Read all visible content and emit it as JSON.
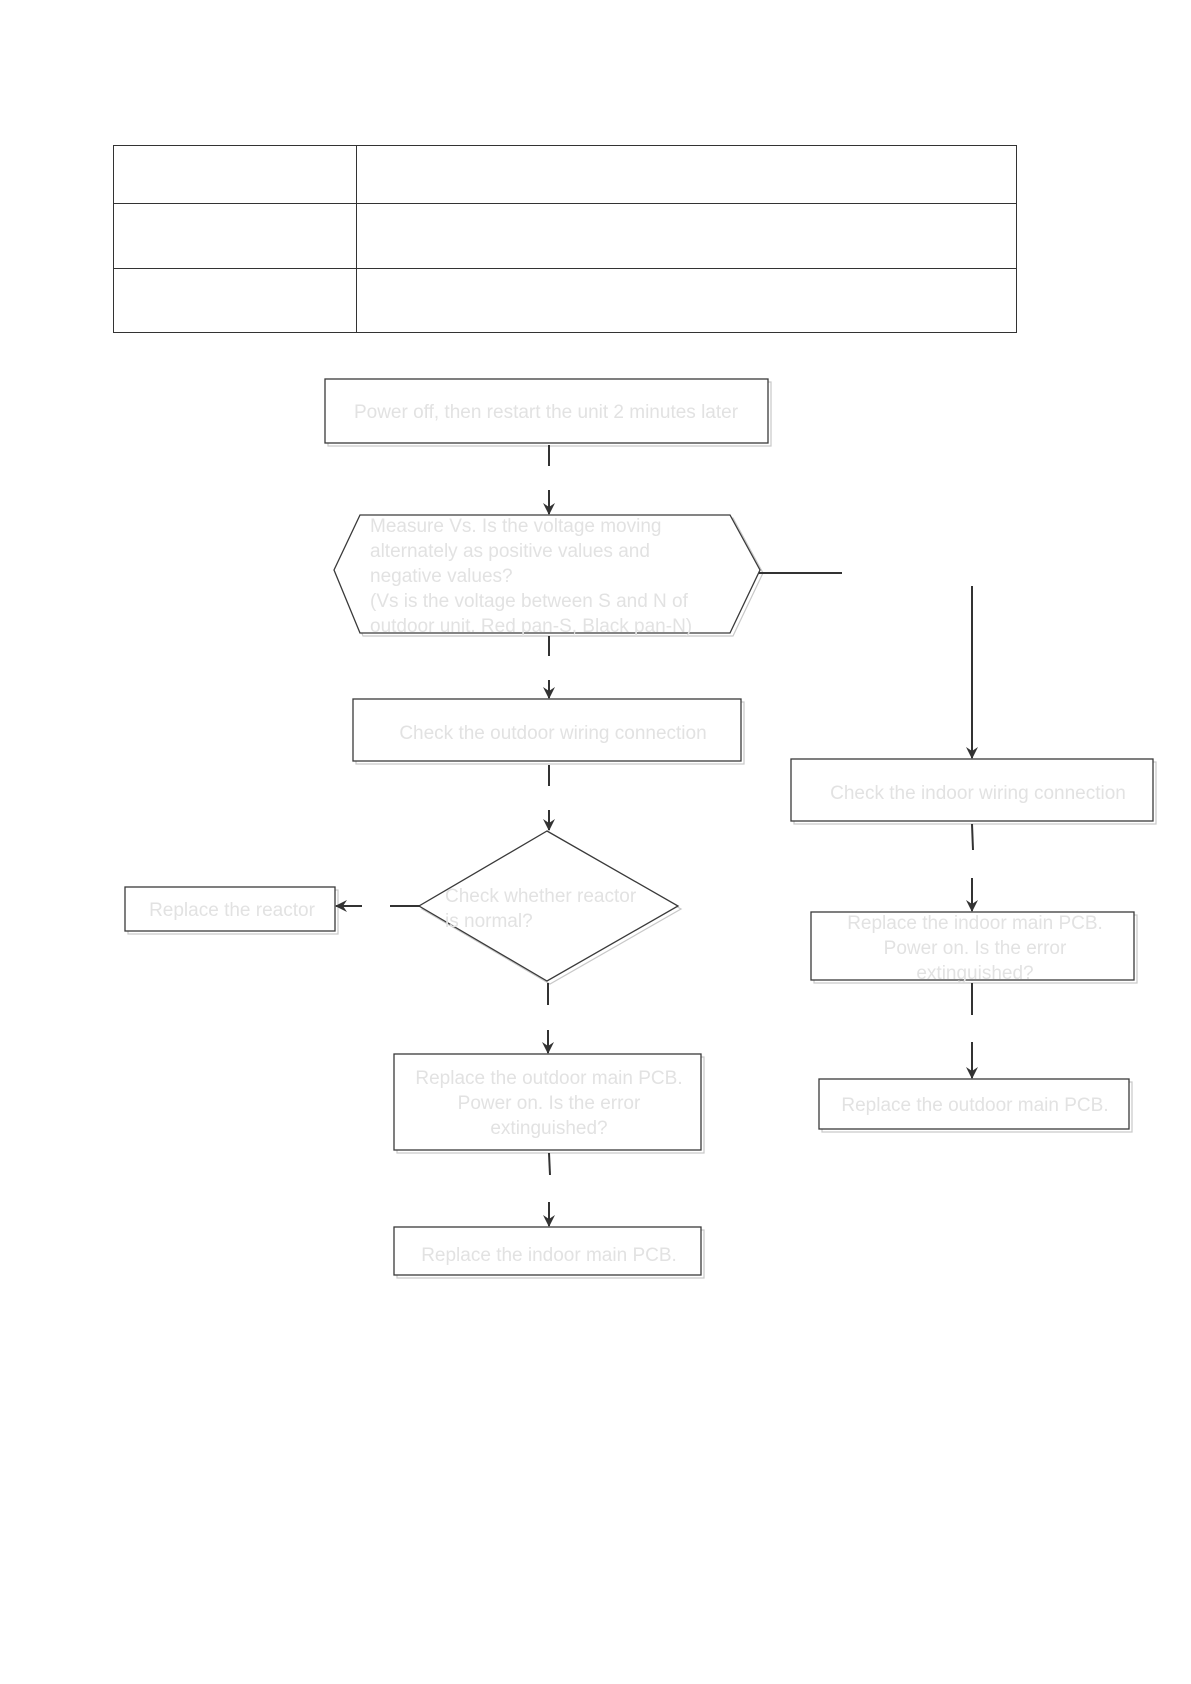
{
  "header_table": {
    "rows": [
      [
        "",
        ""
      ],
      [
        "",
        ""
      ],
      [
        "",
        ""
      ]
    ]
  },
  "flowchart": {
    "nodes": {
      "power_restart": "Power off, then restart the unit 2 minutes later",
      "measure_vs": [
        "Measure  Vs. Is the voltage  moving",
        "alternately as positive values and",
        "negative values?",
        "(Vs is the voltage between S and N of",
        "outdoor unit. Red pan-S, Black pan-N)"
      ],
      "check_outdoor_wiring": "Check the outdoor wiring connection",
      "check_reactor": [
        "Check whether reactor",
        "is normal?"
      ],
      "replace_reactor": "Replace  the reactor",
      "replace_outdoor_pcb_q": [
        "Replace the outdoor main PCB.",
        "Power on. Is the error",
        "extinguished?"
      ],
      "replace_indoor_pcb": "Replace the indoor main PCB.",
      "check_indoor_wiring": "Check the indoor wiring connection",
      "replace_indoor_pcb_q": [
        "Replace the indoor main PCB.",
        "Power on. Is the error",
        "extinguished?"
      ],
      "replace_outdoor_pcb": "Replace  the outdoor main PCB."
    }
  }
}
